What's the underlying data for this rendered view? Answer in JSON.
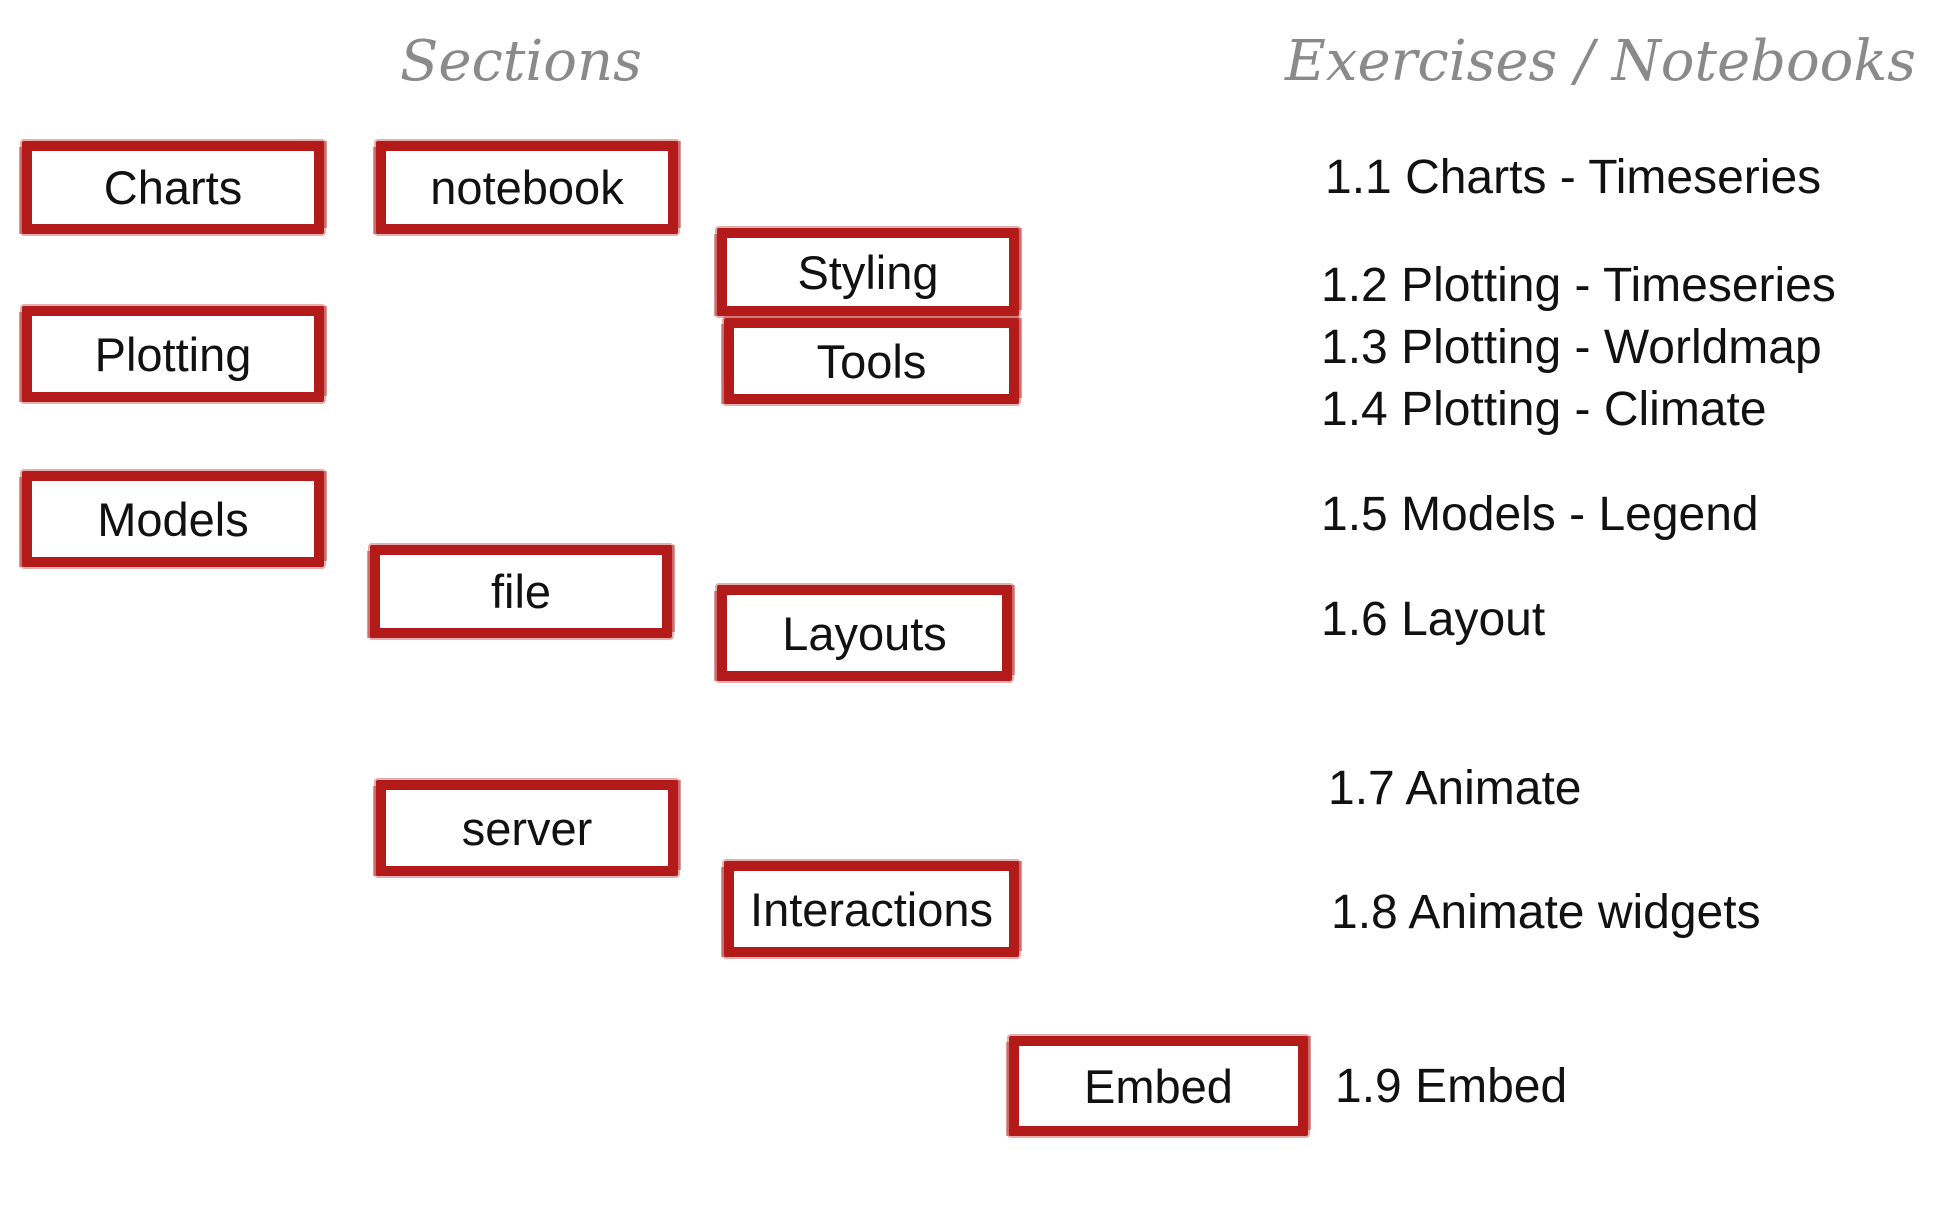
{
  "headings": {
    "sections": "Sections",
    "exercises": "Exercises / Notebooks"
  },
  "accent_color": "#b31b1b",
  "boxes": [
    {
      "id": "charts",
      "label": "Charts"
    },
    {
      "id": "plotting",
      "label": "Plotting"
    },
    {
      "id": "models",
      "label": "Models"
    },
    {
      "id": "notebook",
      "label": "notebook"
    },
    {
      "id": "file",
      "label": "file"
    },
    {
      "id": "server",
      "label": "server"
    },
    {
      "id": "styling",
      "label": "Styling"
    },
    {
      "id": "tools",
      "label": "Tools"
    },
    {
      "id": "layouts",
      "label": "Layouts"
    },
    {
      "id": "interactions",
      "label": "Interactions"
    },
    {
      "id": "embed",
      "label": "Embed"
    }
  ],
  "exercises": [
    "1.1 Charts - Timeseries",
    "1.2 Plotting - Timeseries",
    "1.3 Plotting - Worldmap",
    "1.4 Plotting - Climate",
    "1.5 Models - Legend",
    "1.6 Layout",
    "1.7 Animate",
    "1.8 Animate widgets",
    "1.9 Embed"
  ]
}
